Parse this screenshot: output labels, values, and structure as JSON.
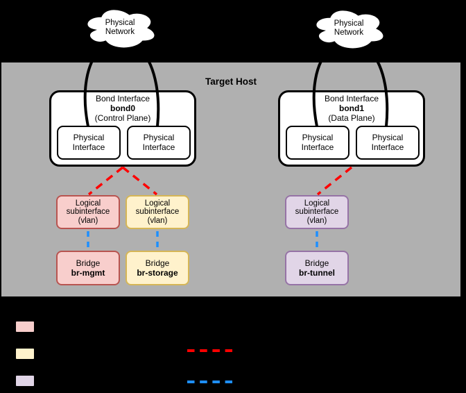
{
  "host": {
    "label": "Target Host"
  },
  "clouds": [
    {
      "label": "Physical\nNetwork"
    },
    {
      "label": "Physical\nNetwork"
    }
  ],
  "bonds": [
    {
      "title": "Bond Interface",
      "name": "bond0",
      "plane": "(Control Plane)",
      "interfaces": [
        {
          "label": "Physical\nInterface"
        },
        {
          "label": "Physical\nInterface"
        }
      ]
    },
    {
      "title": "Bond Interface",
      "name": "bond1",
      "plane": "(Data Plane)",
      "interfaces": [
        {
          "label": "Physical\nInterface"
        },
        {
          "label": "Physical\nInterface"
        }
      ]
    }
  ],
  "subinterfaces": [
    {
      "label": "Logical\nsubinterface\n(vlan)",
      "palette": "mgmt"
    },
    {
      "label": "Logical\nsubinterface\n(vlan)",
      "palette": "storage"
    },
    {
      "label": "Logical\nsubinterface\n(vlan)",
      "palette": "tunnel"
    }
  ],
  "bridges": [
    {
      "title": "Bridge",
      "name": "br-mgmt",
      "palette": "mgmt"
    },
    {
      "title": "Bridge",
      "name": "br-storage",
      "palette": "storage"
    },
    {
      "title": "Bridge",
      "name": "br-tunnel",
      "palette": "tunnel"
    }
  ],
  "colors": {
    "background": "#000000",
    "host_fill": "#b0b0b0",
    "node_fill": "#ffffff",
    "outline": "#000000",
    "mgmt_fill": "#f8cecc",
    "mgmt_stroke": "#b85450",
    "storage_fill": "#fff2cc",
    "storage_stroke": "#d6b656",
    "tunnel_fill": "#e1d5e7",
    "tunnel_stroke": "#9673a6",
    "bond_vlan_link": "#ff0000",
    "vlan_bridge_link": "#1e8fff"
  }
}
